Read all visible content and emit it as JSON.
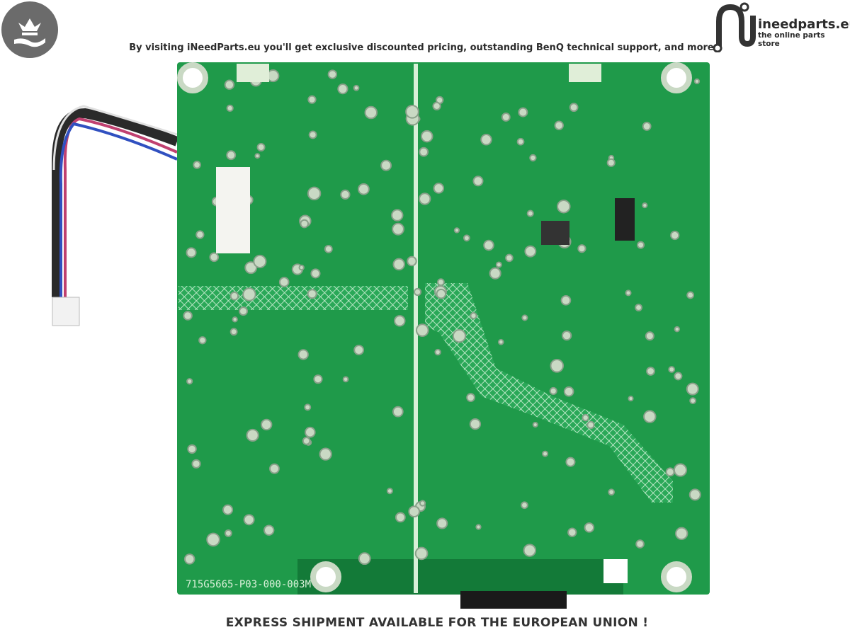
{
  "header": {
    "promo_text": "By visiting iNeedParts.eu you'll get exclusive discounted pricing, outstanding BenQ technical support, and more",
    "logo_name": "ineedparts.eu",
    "logo_tagline": "the online parts store",
    "badge_icon": "crown-hand-icon"
  },
  "product": {
    "board_part_number": "715G5665-P03-000-003M",
    "board_color": "#1f9a4a"
  },
  "footer": {
    "shipping_text": "EXPRESS SHIPMENT AVAILABLE FOR THE EUROPEAN UNION !"
  }
}
